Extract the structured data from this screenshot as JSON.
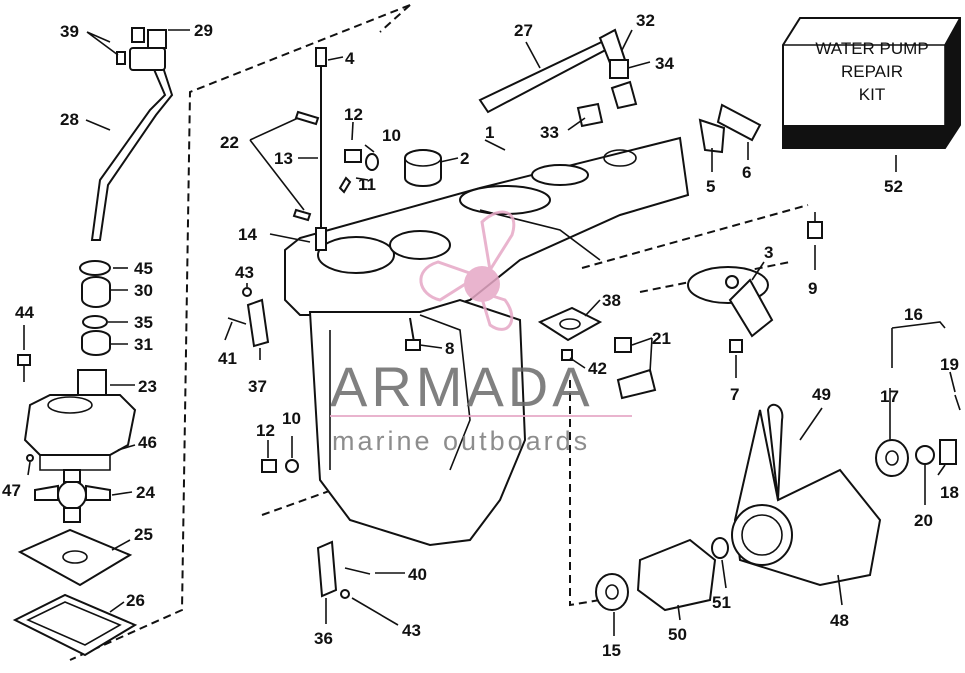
{
  "diagram": {
    "callouts": [
      {
        "id": "c39",
        "text": "39"
      },
      {
        "id": "c29",
        "text": "29"
      },
      {
        "id": "c28",
        "text": "28"
      },
      {
        "id": "c4",
        "text": "4"
      },
      {
        "id": "c27",
        "text": "27"
      },
      {
        "id": "c32",
        "text": "32"
      },
      {
        "id": "c34",
        "text": "34"
      },
      {
        "id": "c1",
        "text": "1"
      },
      {
        "id": "c2",
        "text": "2"
      },
      {
        "id": "c10a",
        "text": "10"
      },
      {
        "id": "c12a",
        "text": "12"
      },
      {
        "id": "c11",
        "text": "11"
      },
      {
        "id": "c13",
        "text": "13"
      },
      {
        "id": "c22",
        "text": "22"
      },
      {
        "id": "c33",
        "text": "33"
      },
      {
        "id": "c5",
        "text": "5"
      },
      {
        "id": "c6",
        "text": "6"
      },
      {
        "id": "c52",
        "text": "52"
      },
      {
        "id": "c14",
        "text": "14"
      },
      {
        "id": "c3",
        "text": "3"
      },
      {
        "id": "c9",
        "text": "9"
      },
      {
        "id": "c45",
        "text": "45"
      },
      {
        "id": "c30",
        "text": "30"
      },
      {
        "id": "c35",
        "text": "35"
      },
      {
        "id": "c31",
        "text": "31"
      },
      {
        "id": "c43a",
        "text": "43"
      },
      {
        "id": "c44",
        "text": "44"
      },
      {
        "id": "c41",
        "text": "41"
      },
      {
        "id": "c37",
        "text": "37"
      },
      {
        "id": "c38",
        "text": "38"
      },
      {
        "id": "c8",
        "text": "8"
      },
      {
        "id": "c21",
        "text": "21"
      },
      {
        "id": "c42",
        "text": "42"
      },
      {
        "id": "c16",
        "text": "16"
      },
      {
        "id": "c19",
        "text": "19"
      },
      {
        "id": "c17",
        "text": "17"
      },
      {
        "id": "c23",
        "text": "23"
      },
      {
        "id": "c7",
        "text": "7"
      },
      {
        "id": "c49",
        "text": "49"
      },
      {
        "id": "c46",
        "text": "46"
      },
      {
        "id": "c10b",
        "text": "10"
      },
      {
        "id": "c12b",
        "text": "12"
      },
      {
        "id": "c47",
        "text": "47"
      },
      {
        "id": "c24",
        "text": "24"
      },
      {
        "id": "c18",
        "text": "18"
      },
      {
        "id": "c20",
        "text": "20"
      },
      {
        "id": "c25",
        "text": "25"
      },
      {
        "id": "c40",
        "text": "40"
      },
      {
        "id": "c26",
        "text": "26"
      },
      {
        "id": "c51",
        "text": "51"
      },
      {
        "id": "c48",
        "text": "48"
      },
      {
        "id": "c43b",
        "text": "43"
      },
      {
        "id": "c36",
        "text": "36"
      },
      {
        "id": "c50",
        "text": "50"
      },
      {
        "id": "c15",
        "text": "15"
      }
    ],
    "kit_label": {
      "line1": "WATER PUMP",
      "line2": "REPAIR",
      "line3": "KIT"
    }
  },
  "watermark": {
    "brand": "ARMADA",
    "tagline": "marine outboards",
    "logo_color": "#e6a8c6",
    "text_color": "#6b6b6b"
  }
}
